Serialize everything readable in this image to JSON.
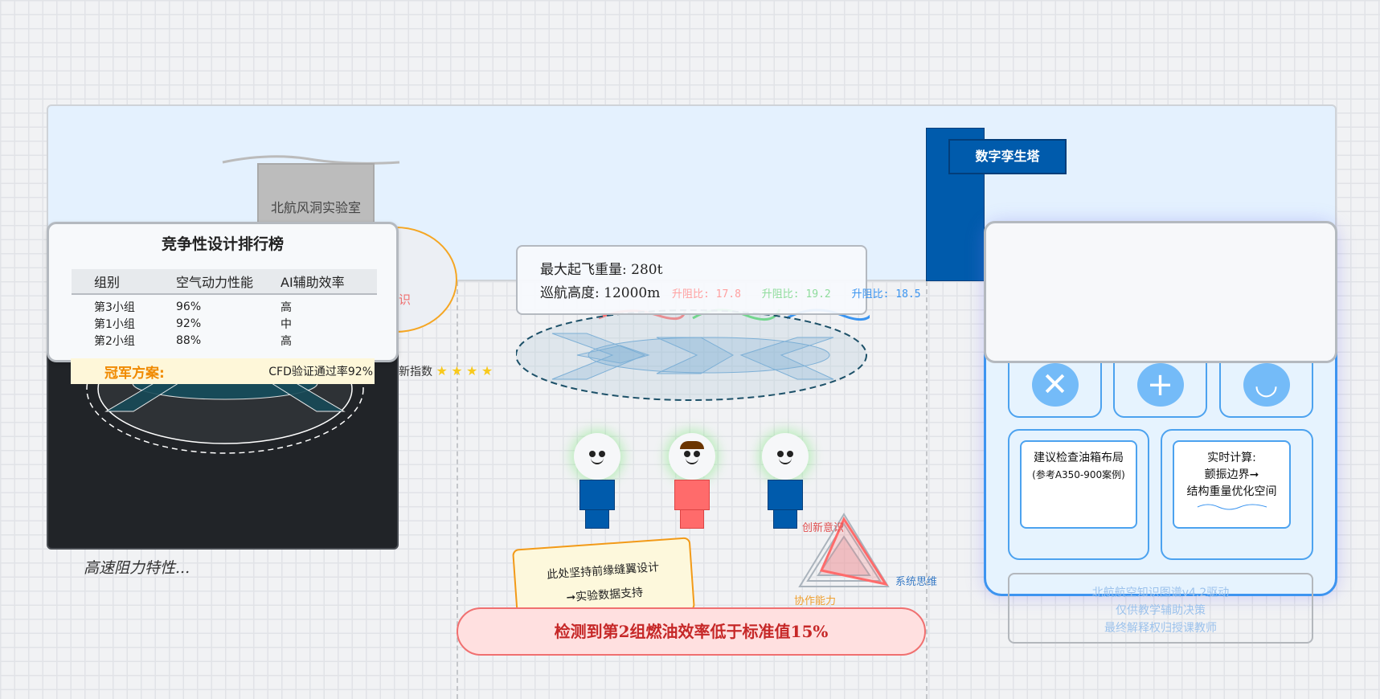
{
  "wind_tunnel": {
    "label": "北航风洞实验室",
    "hidden_label": "识"
  },
  "tower": {
    "label": "数字孪生塔"
  },
  "ranking": {
    "title": "竞争性设计排行榜",
    "columns": [
      "组别",
      "空气动力性能",
      "AI辅助效率"
    ],
    "rows": [
      [
        "第3小组",
        "96%",
        "高"
      ],
      [
        "第1小组",
        "92%",
        "中"
      ],
      [
        "第2小组",
        "88%",
        "高"
      ]
    ],
    "champion_label": "冠军方案:",
    "champion_value": "CFD验证通过率92%"
  },
  "innovation": {
    "label": "新指数",
    "stars": 4
  },
  "dark_panel": {
    "caption": "高速阻力特性..."
  },
  "info": {
    "line1": "最大起飞重量: 280t",
    "line2": "巡航高度: 12000m"
  },
  "lift_drag": [
    {
      "label": "升阻比: 17.8",
      "color": "#ff6b6b"
    },
    {
      "label": "升阻比: 19.2",
      "color": "#4cd964"
    },
    {
      "label": "升阻比: 18.5",
      "color": "#3a94f0"
    }
  ],
  "note": {
    "line1": "此处坚持前缘缝翼设计",
    "line2": "➞实验数据支持"
  },
  "alert": {
    "text": "检测到第2组燃油效率低于标准值15%"
  },
  "radar": {
    "labels": [
      "创新意识",
      "系统思维",
      "协作能力"
    ],
    "values": [
      0.9,
      0.95,
      0.55
    ]
  },
  "right_panel": {
    "icons": [
      "close-icon",
      "plus-icon",
      "smile-icon"
    ],
    "card1": {
      "line1": "建议检查油箱布局",
      "line2": "(参考A350-900案例)"
    },
    "card2": {
      "line1": "实时计算:",
      "line2": "颤振边界➞",
      "line3": "结构重量优化空间"
    },
    "footer": [
      "北航航空知识图谱v4.2驱动",
      "仅供教学辅助决策",
      "最终解释权归授课教师"
    ]
  },
  "colors": {
    "accent": "#005bac",
    "alert": "#c62828",
    "panel_border": "#3d94f0"
  }
}
